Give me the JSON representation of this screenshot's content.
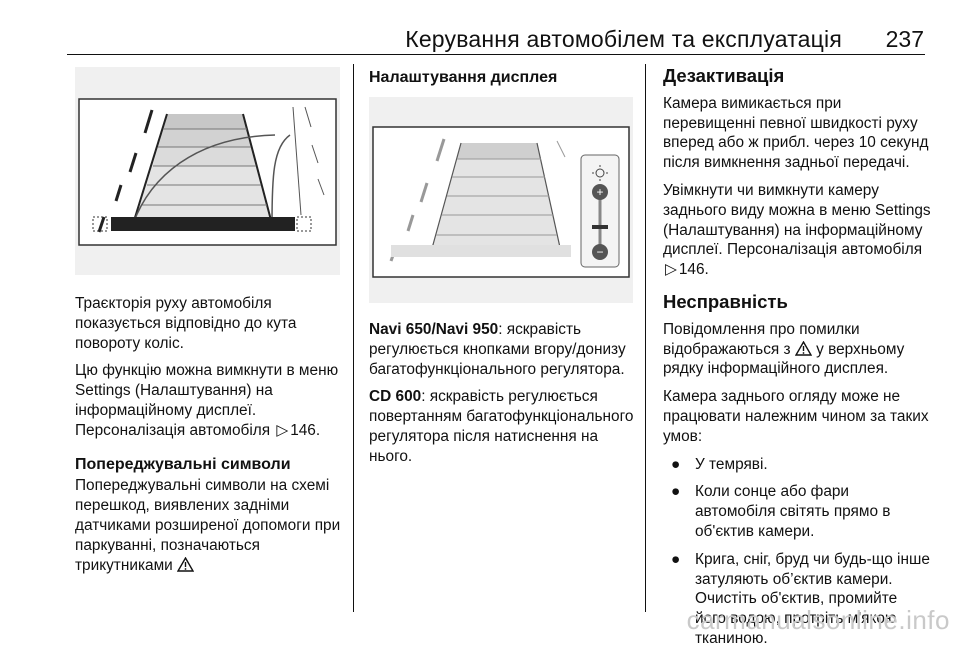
{
  "header": {
    "title": "Керування автомобілем та експлуатація",
    "page_number": "237"
  },
  "left_column": {
    "caption": "Траєкторія руху автомобіля показується відповідно до кута повороту коліс.",
    "para1": "Цю функцію можна вимкнути в меню Settings (Налаштування) на інформаційному дисплеї. Персоналізація автомобіля",
    "para1_ref": "146.",
    "warning_heading": "Попереджувальні символи",
    "warning_text": "Попереджувальні символи на схемі перешкод, виявлених задніми датчиками розширеної допомоги при паркуванні, позначаються трикутниками"
  },
  "middle_column": {
    "heading": "Налаштування дисплея",
    "navi_label": "Navi 650/Navi 950",
    "navi_text": ": яскравість регулюється кнопками вгору/донизу багатофункціонального регулятора.",
    "cd_label": "CD 600",
    "cd_text": ": яскравість регулюється повертанням багатофункціонального регулятора після натиснення на нього."
  },
  "right_column": {
    "deact_heading": "Дезактивація",
    "deact_p1": "Камера вимикається при перевищенні певної швидкості руху вперед або ж прибл. через 10 секунд після вимкнення задньої передачі.",
    "deact_p2": "Увімкнути чи вимкнути камеру заднього виду можна в меню Settings (Налаштування) на інформаційному дисплеї. Персоналізація автомобіля",
    "deact_p2_ref": "146.",
    "fault_heading": "Несправність",
    "fault_p1_a": "Повідомлення про помилки відображаються з",
    "fault_p1_b": "у верхньому рядку інформаційного дисплея.",
    "fault_p2": "Камера заднього огляду може не працювати належним чином за таких умов:",
    "bullets": [
      "У темряві.",
      "Коли сонце або фари автомобіля світять прямо в об'єктив камери.",
      "Крига, сніг, бруд чи будь-що інше затуляють об’єктив камери. Очистіть об'єктив, промийте його водою, протріть м'якою тканиною."
    ],
    "bullet_symbol": "●"
  },
  "watermark": "carmanualsonline.info"
}
